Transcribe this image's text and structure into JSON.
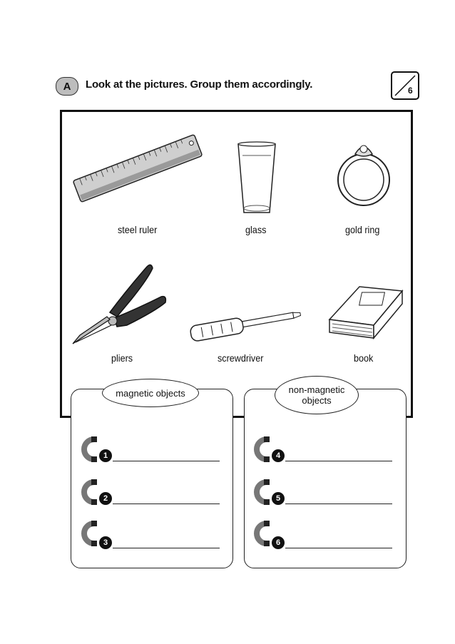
{
  "header": {
    "badge_letter": "A",
    "instruction": "Look at the pictures. Group them accordingly.",
    "score_total": "6"
  },
  "objects": [
    {
      "label": "steel ruler",
      "icon": "ruler-icon"
    },
    {
      "label": "glass",
      "icon": "glass-icon"
    },
    {
      "label": "gold ring",
      "icon": "ring-icon"
    },
    {
      "label": "pliers",
      "icon": "pliers-icon"
    },
    {
      "label": "screwdriver",
      "icon": "screwdriver-icon"
    },
    {
      "label": "book",
      "icon": "book-icon"
    }
  ],
  "groups": [
    {
      "title": "magnetic objects",
      "slots": [
        "1",
        "2",
        "3"
      ]
    },
    {
      "title": "non-magnetic objects",
      "slots": [
        "4",
        "5",
        "6"
      ]
    }
  ]
}
